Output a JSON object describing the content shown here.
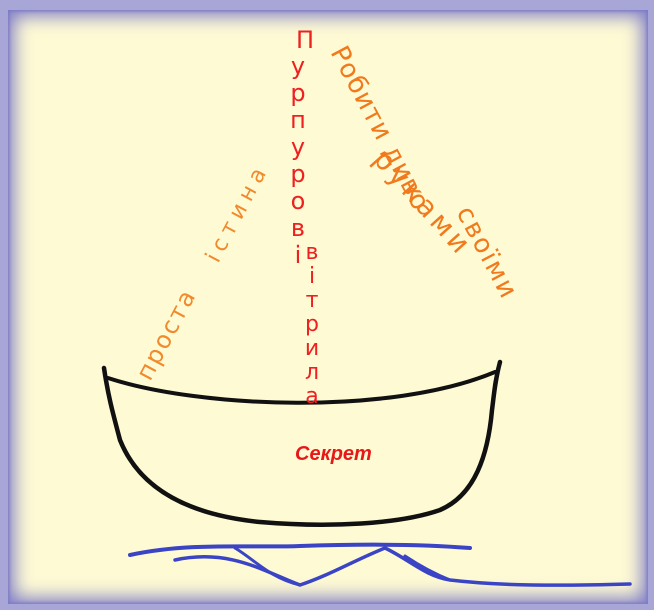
{
  "drawing": {
    "words": {
      "left_sail_lower": "проста",
      "left_sail_upper": "істина",
      "mast_top": "П",
      "mast_word1": "урпурові",
      "mast_word2": "вітрила",
      "right_sail_line1": "Робити диво",
      "right_sail_line2": "своїми",
      "right_sail_line3": "руками"
    },
    "boat_label": "Секрет"
  },
  "colors": {
    "frame": "#a8a6d6",
    "paper": "#fefad4",
    "sail_left": "#f08a2c",
    "mast_letters": "#ee2020",
    "sail_right": "#f07a1c",
    "boat": "#111111",
    "waves": "#3a44c4",
    "boat_label": "#e81818"
  }
}
